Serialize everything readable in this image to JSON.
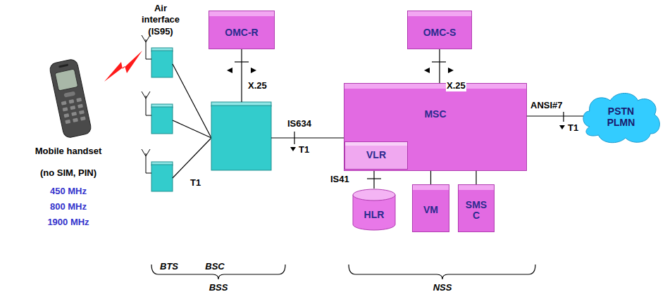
{
  "diagram": {
    "nodes": [
      {
        "text": [
          "OMC-R"
        ]
      },
      {
        "text": [
          "OMC-S"
        ]
      },
      {
        "text": [
          "MSC"
        ]
      },
      {
        "text": [
          "VLR"
        ],
        "in": 2
      },
      {
        "text": [
          "HLR"
        ]
      },
      {
        "text": [
          "VM"
        ]
      },
      {
        "text": [
          "SMS C"
        ]
      },
      {
        "text": [
          "PSTN PLMN"
        ]
      }
    ],
    "edges": [
      {
        "from": 1,
        "to": 2,
        "arrow": "none",
        "label": "X.25"
      },
      {
        "from": 2,
        "to": 7,
        "arrow": "none",
        "label": "ANSI#7"
      },
      {
        "from": 3,
        "to": 4,
        "arrow": "none",
        "label": "IS41"
      },
      {
        "from": 2,
        "to": 5,
        "arrow": "none"
      },
      {
        "from": 2,
        "to": 6,
        "arrow": "none"
      }
    ],
    "labels": [
      "Air interface (IS95)",
      "Mobile handset",
      "(no SIM, PIN)",
      "450 MHz",
      "800 MHz",
      "1900 MHz",
      "T1",
      "X.25",
      "IS634",
      "T1",
      "T1",
      "BTS",
      "BSC",
      "BSS",
      "NSS"
    ]
  }
}
